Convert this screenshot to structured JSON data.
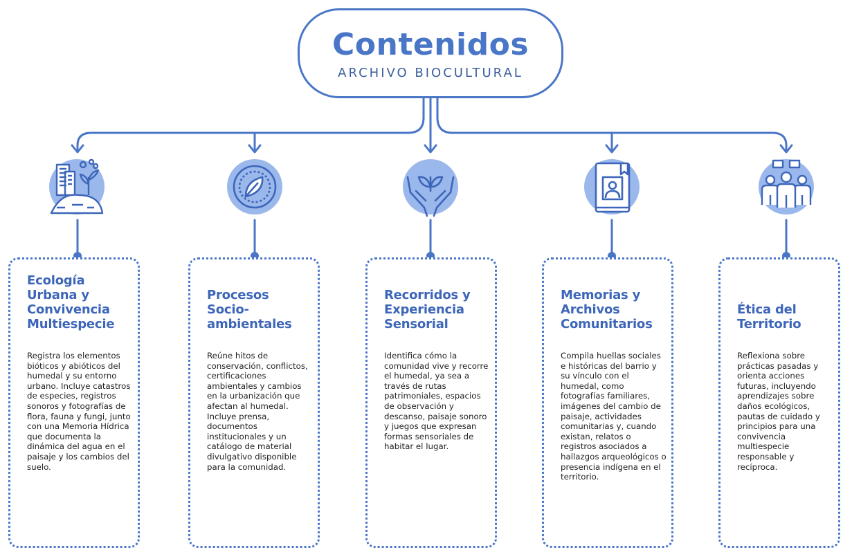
{
  "header": {
    "title": "Contenidos",
    "subtitle": "ARCHIVO BIOCULTURAL"
  },
  "colors": {
    "accent": "#4a76c7",
    "accent_light": "#9bb8ec",
    "text": "#222222"
  },
  "sections": [
    {
      "icon": "urban-ecology-icon",
      "title": "Ecología Urbana y Convivencia Multiespecie",
      "body": "Registra los elementos bióticos y abióticos del humedal y su entorno urbano. Incluye catastros de especies, registros sonoros y fotografías de flora, fauna y fungi, junto con una Memoria Hídrica que documenta la dinámica del agua en el paisaje y los cambios del suelo."
    },
    {
      "icon": "leaf-compass-icon",
      "title": "Procesos Socio-ambientales",
      "body": "Reúne hitos de conservación, conflictos, certificaciones ambientales y cambios en la urbanización que afectan al humedal. Incluye prensa, documentos institucionales y un catálogo de material divulgativo disponible para la comunidad."
    },
    {
      "icon": "hands-plant-icon",
      "title": "Recorridos y Experiencia Sensorial",
      "body": "Identifica cómo la comunidad vive y recorre el humedal, ya sea a través de rutas patrimoniales, espacios de observación y descanso, paisaje sonoro y juegos que expresan formas sensoriales de habitar el lugar."
    },
    {
      "icon": "memory-book-icon",
      "title": "Memorias y Archivos Comunitarios",
      "body": "Compila huellas sociales e históricas del barrio y su vínculo con el humedal, como fotografías familiares, imágenes del cambio de paisaje, actividades comunitarias y, cuando existan, relatos o registros asociados a hallazgos arqueológicos o presencia indígena en el territorio."
    },
    {
      "icon": "community-people-icon",
      "title": "Ética del Territorio",
      "body": "Reflexiona sobre prácticas pasadas y orienta acciones futuras, incluyendo aprendizajes sobre daños ecológicos, pautas de cuidado y principios para una convivencia multiespecie responsable y recíproca."
    }
  ]
}
